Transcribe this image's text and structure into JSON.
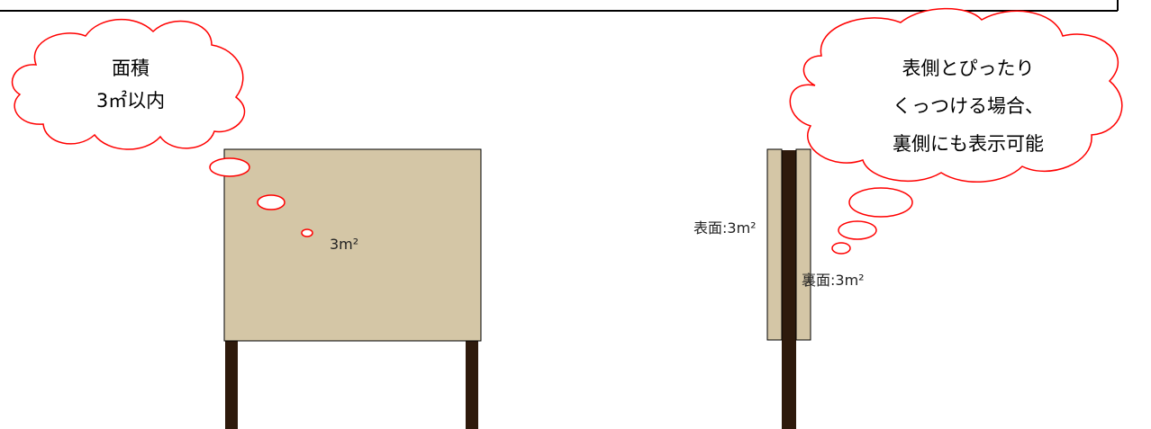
{
  "colors": {
    "board_fill": "#d4c6a6",
    "post_fill": "#2e1a0c",
    "bubble_stroke": "#ff0000",
    "outline": "#000000"
  },
  "front_view": {
    "bubble_lines": [
      "面積",
      "3㎡以内"
    ],
    "area_label": "3m²"
  },
  "side_view": {
    "bubble_lines": [
      "表側とぴったり",
      "くっつける場合、",
      "裏側にも表示可能"
    ],
    "front_label": "表面:3m²",
    "back_label": "裏面:3m²"
  }
}
